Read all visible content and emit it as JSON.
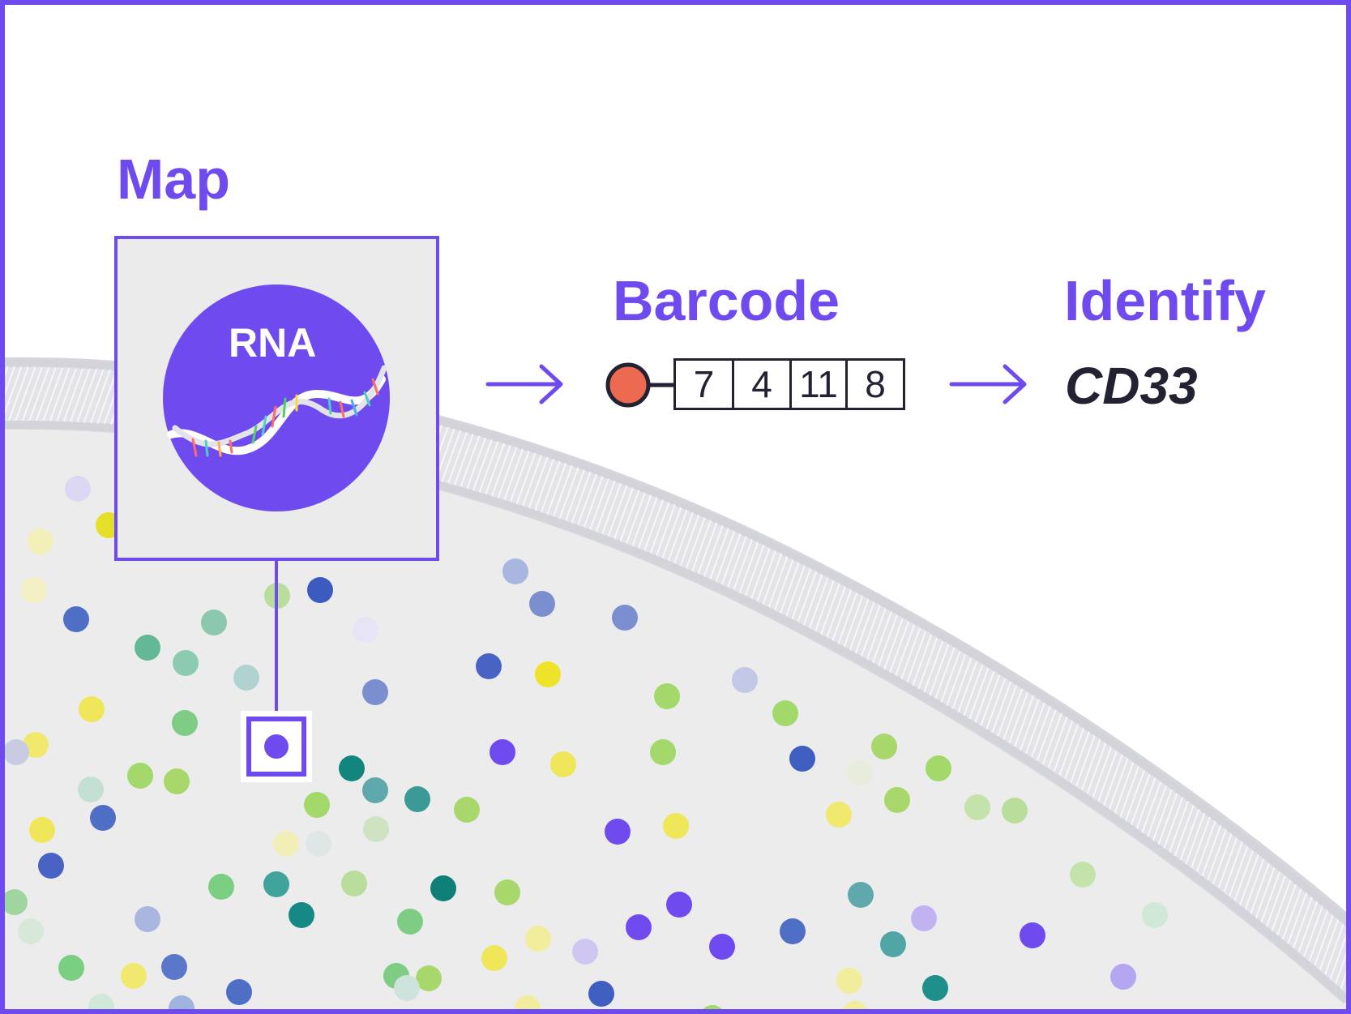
{
  "colors": {
    "accent": "#6e4aef",
    "cell_fill": "#ececec",
    "membrane": "#d9d9de",
    "barcode_dot": "#ec6a50",
    "text_dark": "#222233",
    "molecule_palette": [
      "#3f5fc0",
      "#5fb98f",
      "#a3d86a",
      "#f0e55a",
      "#6e4aef",
      "#0e8a84",
      "#7b8fd0",
      "#b9a8f0"
    ]
  },
  "steps": {
    "map": "Map",
    "barcode": "Barcode",
    "identify": "Identify"
  },
  "map_panel": {
    "molecule_label": "RNA",
    "icon": "rna-helix-icon"
  },
  "barcode": {
    "codes": [
      "7",
      "4",
      "11",
      "8"
    ]
  },
  "result": {
    "gene": "CD33"
  },
  "icons": [
    "arrow-right-icon",
    "barcode-bead-icon",
    "rna-helix-icon",
    "molecule-dot-icon"
  ]
}
